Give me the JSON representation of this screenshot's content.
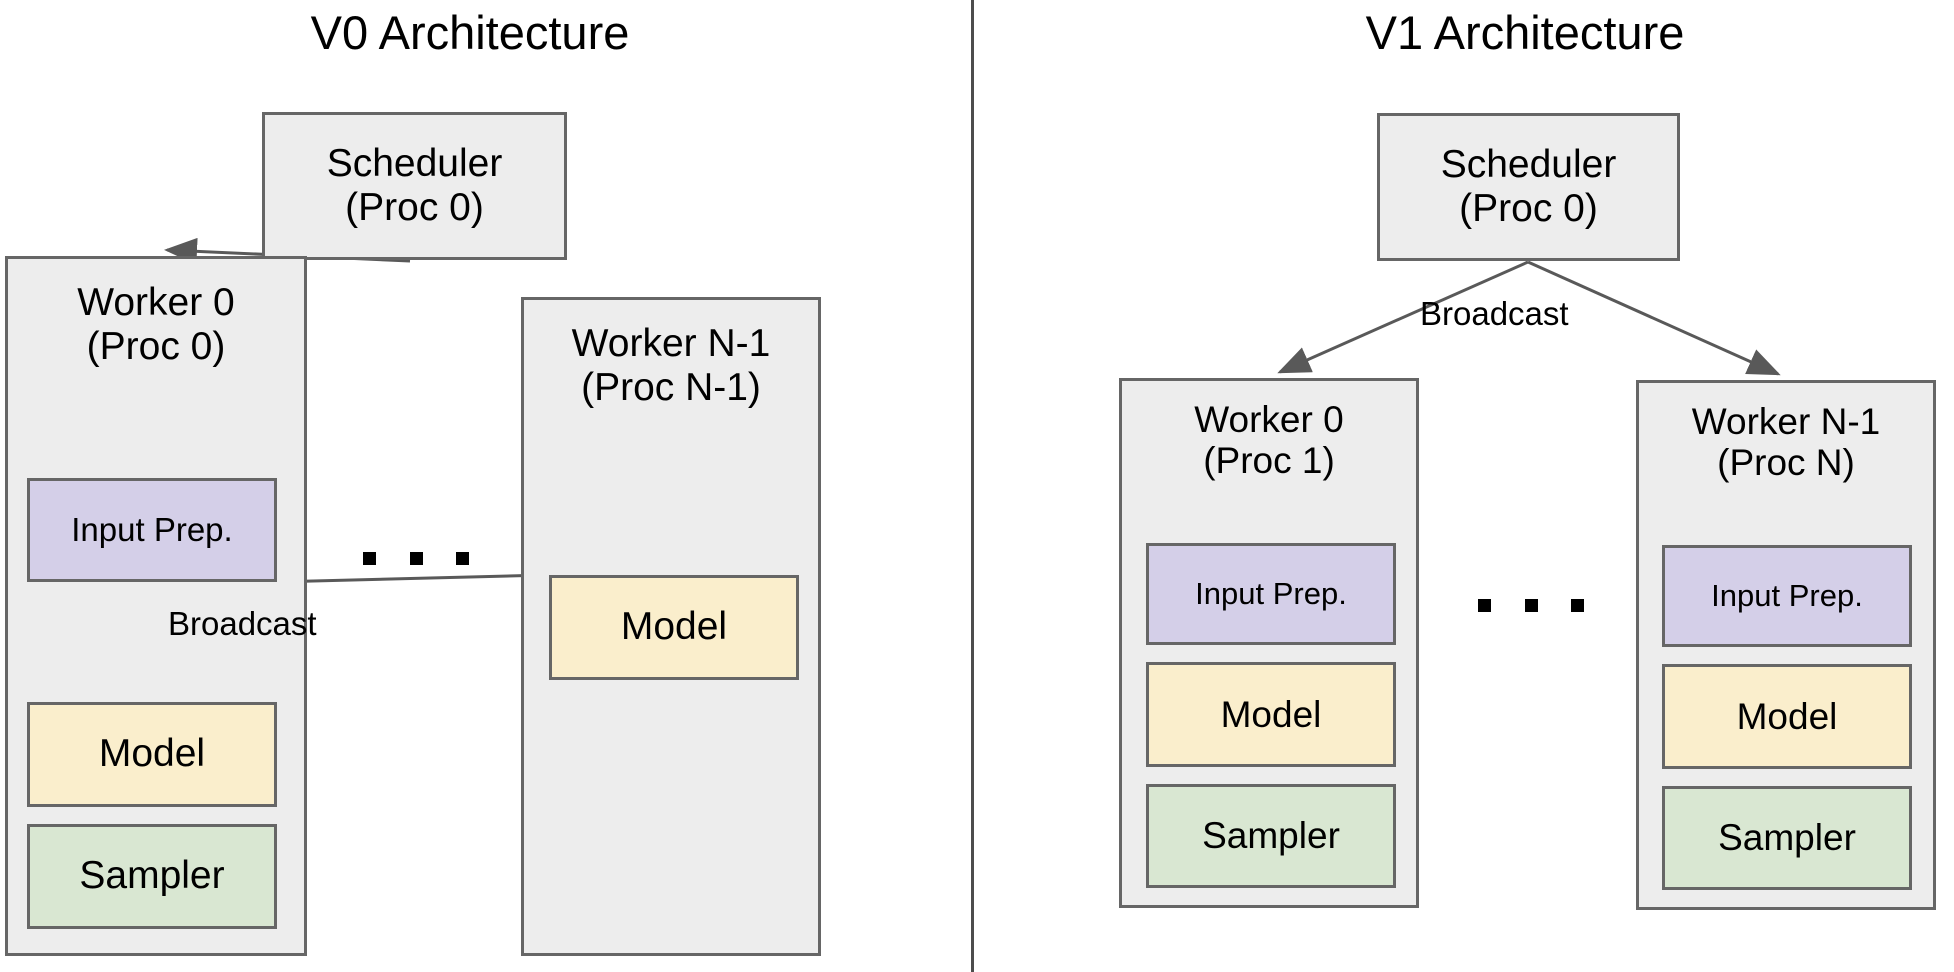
{
  "diagram": {
    "type": "architecture-comparison",
    "divider": {
      "orientation": "vertical",
      "color": "#4d4d4d"
    },
    "colors": {
      "panel_bg": "#ffffff",
      "container_fill": "#ededed",
      "container_stroke": "#666666",
      "input_prep_fill": "#d4cfe8",
      "model_fill": "#faeecc",
      "sampler_fill": "#d9e7d2",
      "arrow_stroke": "#595959",
      "text": "#000000"
    },
    "ellipsis_glyph": "..."
  },
  "panels": [
    {
      "id": "v0",
      "title": "V0 Architecture",
      "scheduler": {
        "line1": "Scheduler",
        "line2": "(Proc 0)"
      },
      "ellipsis": "· · ·",
      "edges": [
        {
          "from": "scheduler",
          "to": "worker-0",
          "label": ""
        },
        {
          "from": "worker-0-input-prep",
          "to": "worker-0-model",
          "label": "Broadcast"
        },
        {
          "from": "worker-0-input-prep",
          "to": "worker-n1-model",
          "label": ""
        }
      ],
      "broadcast_label": "Broadcast",
      "workers": [
        {
          "id": "worker-0",
          "line1": "Worker 0",
          "line2": "(Proc 0)",
          "components": [
            {
              "id": "input-prep",
              "label": "Input Prep.",
              "color": "input_prep_fill"
            },
            {
              "id": "model",
              "label": "Model",
              "color": "model_fill"
            },
            {
              "id": "sampler",
              "label": "Sampler",
              "color": "sampler_fill"
            }
          ]
        },
        {
          "id": "worker-n1",
          "line1": "Worker N-1",
          "line2": "(Proc N-1)",
          "components": [
            {
              "id": "model",
              "label": "Model",
              "color": "model_fill"
            }
          ]
        }
      ]
    },
    {
      "id": "v1",
      "title": "V1 Architecture",
      "scheduler": {
        "line1": "Scheduler",
        "line2": "(Proc 0)"
      },
      "ellipsis": "· · ·",
      "edges": [
        {
          "from": "scheduler",
          "to": "worker-0",
          "label": "Broadcast"
        },
        {
          "from": "scheduler",
          "to": "worker-n1",
          "label": "Broadcast"
        }
      ],
      "broadcast_label": "Broadcast",
      "workers": [
        {
          "id": "worker-0",
          "line1": "Worker 0",
          "line2": "(Proc 1)",
          "components": [
            {
              "id": "input-prep",
              "label": "Input Prep.",
              "color": "input_prep_fill"
            },
            {
              "id": "model",
              "label": "Model",
              "color": "model_fill"
            },
            {
              "id": "sampler",
              "label": "Sampler",
              "color": "sampler_fill"
            }
          ]
        },
        {
          "id": "worker-n1",
          "line1": "Worker N-1",
          "line2": "(Proc N)",
          "components": [
            {
              "id": "input-prep",
              "label": "Input Prep.",
              "color": "input_prep_fill"
            },
            {
              "id": "model",
              "label": "Model",
              "color": "model_fill"
            },
            {
              "id": "sampler",
              "label": "Sampler",
              "color": "sampler_fill"
            }
          ]
        }
      ]
    }
  ]
}
